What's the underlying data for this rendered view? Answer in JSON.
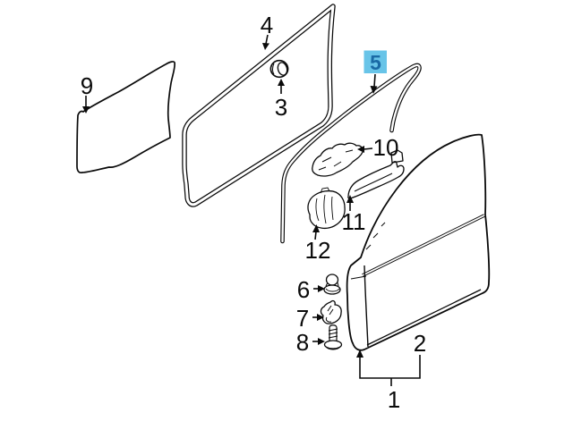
{
  "diagram": {
    "kind": "exploded-parts-diagram",
    "background": "#ffffff",
    "line_color": "#0a0a0a",
    "highlight": {
      "bg": "#68c4e8",
      "fg": "#1a6aa5"
    },
    "highlighted_callout": "5"
  },
  "callouts": {
    "1": {
      "text": "1"
    },
    "2": {
      "text": "2"
    },
    "3": {
      "text": "3"
    },
    "4": {
      "text": "4"
    },
    "5": {
      "text": "5"
    },
    "6": {
      "text": "6"
    },
    "7": {
      "text": "7"
    },
    "8": {
      "text": "8"
    },
    "9": {
      "text": "9"
    },
    "10": {
      "text": "10"
    },
    "11": {
      "text": "11"
    },
    "12": {
      "text": "12"
    }
  }
}
